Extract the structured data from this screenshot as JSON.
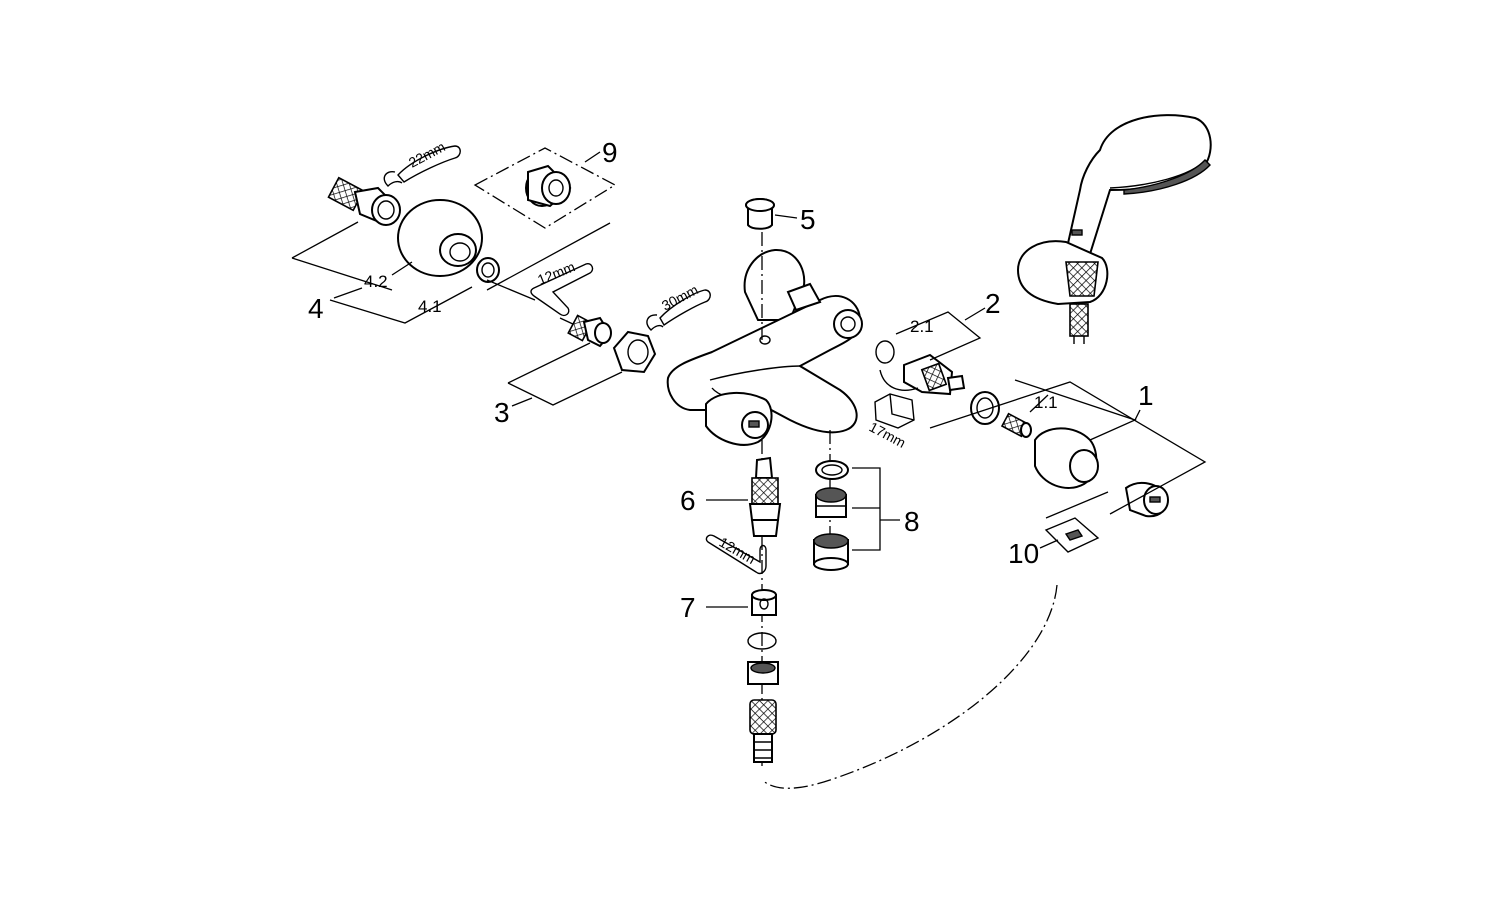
{
  "callouts": {
    "c1": "1",
    "c1_1": "1.1",
    "c2": "2",
    "c2_1": "2.1",
    "c3": "3",
    "c4": "4",
    "c4_1": "4.1",
    "c4_2": "4.2",
    "c5": "5",
    "c6": "6",
    "c7": "7",
    "c8": "8",
    "c9": "9",
    "c10": "10"
  },
  "tool_sizes": {
    "wrench_22": "22mm",
    "hex_key_12_top": "12mm",
    "wrench_30": "30mm",
    "socket_17": "17mm",
    "hex_key_12_bottom": "12mm"
  },
  "icons": {
    "wrench": "open-end-wrench-icon",
    "hex_key": "allen-key-icon",
    "socket": "hex-socket-icon"
  }
}
